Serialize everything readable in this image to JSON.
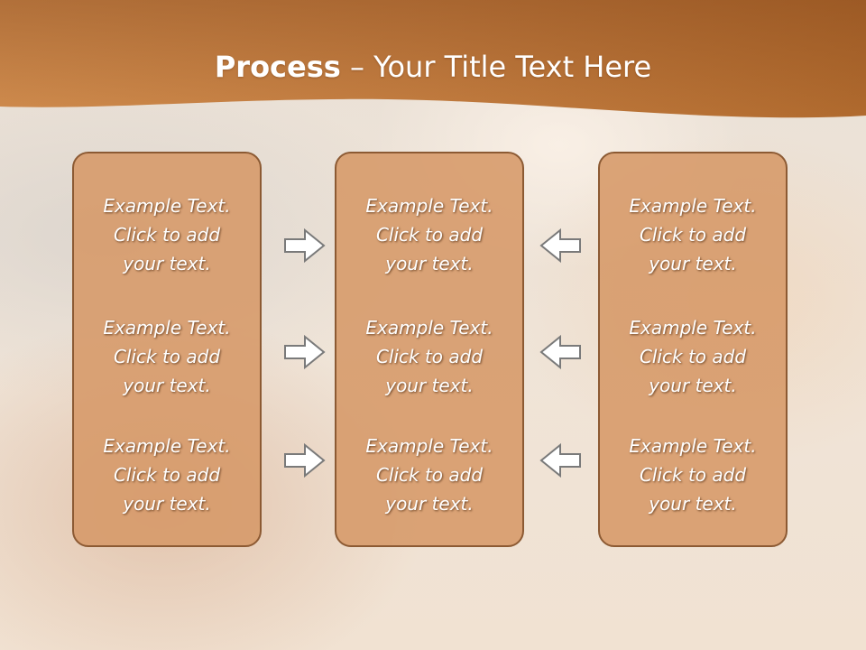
{
  "slide": {
    "title_bold": "Process",
    "title_rest": " – Your Title Text Here"
  },
  "columns": [
    {
      "blocks": [
        [
          "Example Text.",
          "Click  to add",
          "your text."
        ],
        [
          "Example Text.",
          "Click  to add",
          "your text."
        ],
        [
          "Example Text.",
          "Click  to add",
          "your text."
        ]
      ]
    },
    {
      "blocks": [
        [
          "Example Text.",
          "Click  to add",
          "your text."
        ],
        [
          "Example Text.",
          "Click  to add",
          "your text."
        ],
        [
          "Example Text.",
          "Click  to add",
          "your text."
        ]
      ]
    },
    {
      "blocks": [
        [
          "Example Text.",
          "Click  to add",
          "your text."
        ],
        [
          "Example Text.",
          "Click  to add",
          "your text."
        ],
        [
          "Example Text.",
          "Click  to add",
          "your text."
        ]
      ]
    }
  ],
  "arrows": {
    "left_group": [
      "right",
      "right",
      "right"
    ],
    "right_group": [
      "left",
      "left",
      "left"
    ]
  },
  "colors": {
    "header": "#c07a3c",
    "panel_fill": "#d69868",
    "panel_border": "#8c5a33",
    "arrow_fill": "#ffffff",
    "arrow_stroke": "#7a7a7a"
  }
}
